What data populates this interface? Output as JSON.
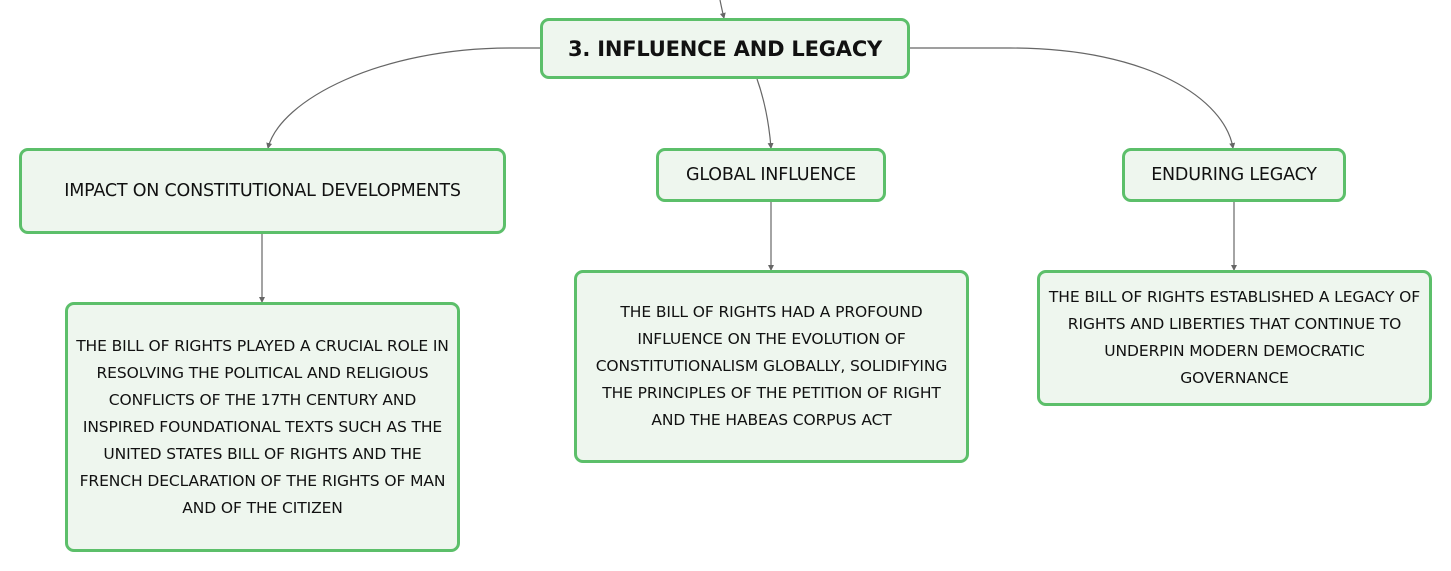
{
  "root": {
    "title": "3. INFLUENCE AND LEGACY"
  },
  "branches": [
    {
      "title": "IMPACT ON CONSTITUTIONAL DEVELOPMENTS",
      "detail": "THE BILL OF RIGHTS PLAYED A CRUCIAL ROLE IN RESOLVING THE POLITICAL AND RELIGIOUS CONFLICTS OF THE 17TH CENTURY AND INSPIRED FOUNDATIONAL TEXTS SUCH AS THE UNITED STATES BILL OF RIGHTS AND THE FRENCH DECLARATION OF THE RIGHTS OF MAN AND OF THE CITIZEN"
    },
    {
      "title": "GLOBAL INFLUENCE",
      "detail": "THE BILL OF RIGHTS HAD A PROFOUND INFLUENCE ON THE EVOLUTION OF CONSTITUTIONALISM GLOBALLY, SOLIDIFYING THE PRINCIPLES OF THE PETITION OF RIGHT AND THE HABEAS CORPUS ACT"
    },
    {
      "title": "ENDURING LEGACY",
      "detail": "THE BILL OF RIGHTS ESTABLISHED A LEGACY OF RIGHTS AND LIBERTIES THAT CONTINUE TO UNDERPIN MODERN DEMOCRATIC GOVERNANCE"
    }
  ],
  "colors": {
    "node_border": "#5cbf6a",
    "node_fill": "#eef6ee",
    "connector": "#666666",
    "text": "#111111"
  }
}
